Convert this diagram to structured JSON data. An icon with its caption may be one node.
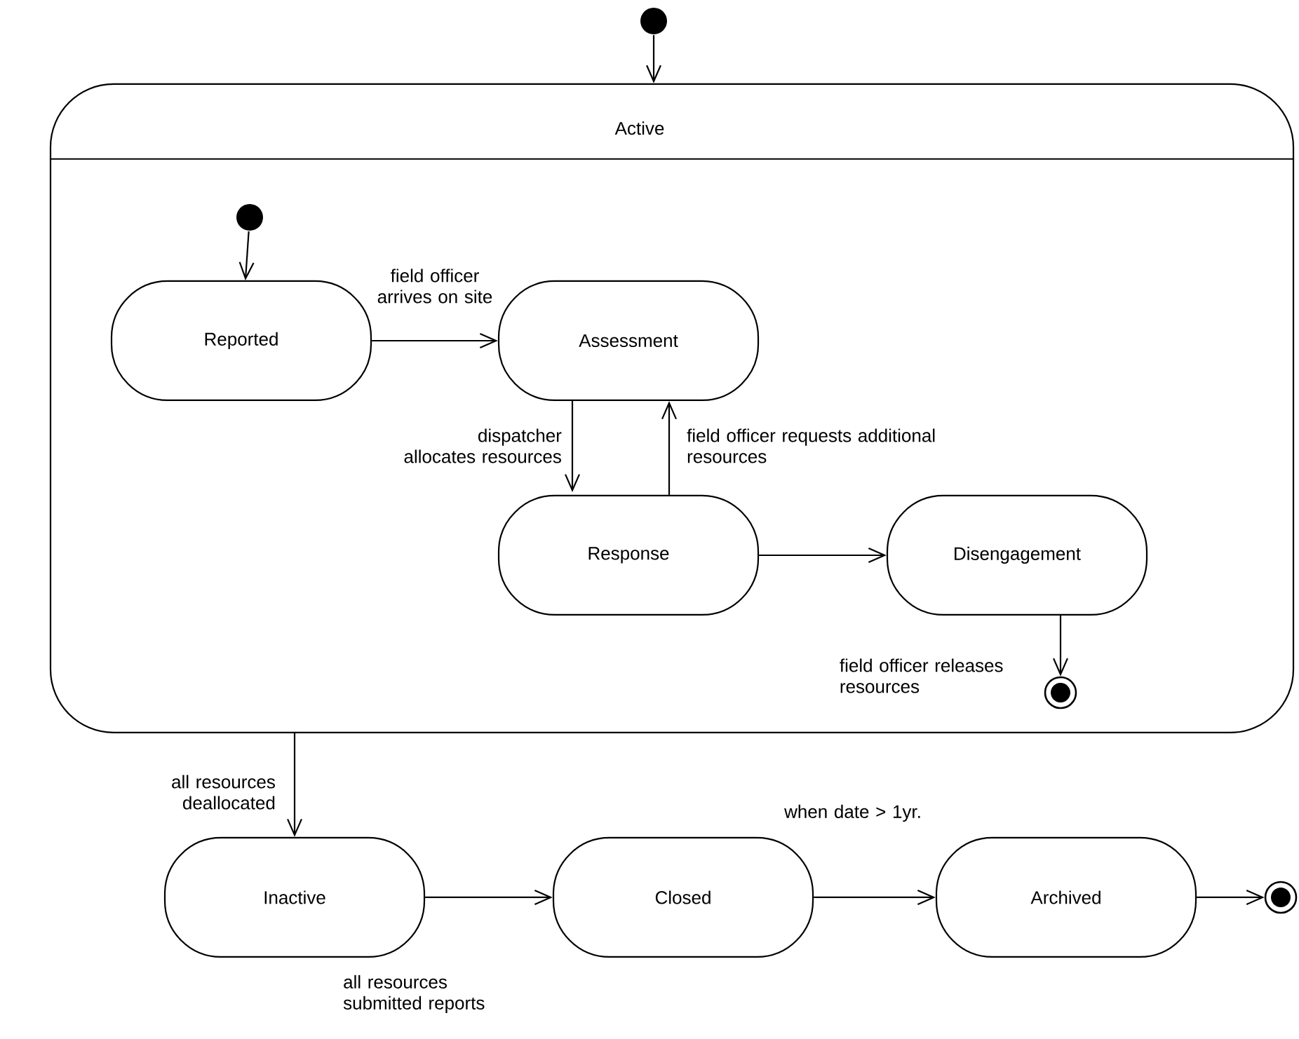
{
  "diagram": {
    "nodes": [
      {
        "text": [],
        "shape": "dot"
      },
      {
        "text": [
          "Active"
        ]
      },
      {
        "text": [],
        "shape": "dot",
        "in": 1
      },
      {
        "text": [
          "Reported"
        ],
        "in": 1
      },
      {
        "text": [
          "Assessment"
        ],
        "in": 1
      },
      {
        "text": [
          "Response"
        ],
        "in": 1
      },
      {
        "text": [
          "Disengagement"
        ],
        "in": 1
      },
      {
        "text": [],
        "shape": "bullseye",
        "in": 1
      },
      {
        "text": [
          "Inactive"
        ]
      },
      {
        "text": [
          "Closed"
        ]
      },
      {
        "text": [
          "Archived"
        ]
      },
      {
        "text": [],
        "shape": "bullseye"
      }
    ],
    "edges": [
      {
        "from": 0,
        "to": 1,
        "arrow": "to"
      },
      {
        "from": 2,
        "to": 3,
        "arrow": "to"
      },
      {
        "from": 3,
        "to": 4,
        "arrow": "to",
        "label": "field officer arrives on site"
      },
      {
        "from": 4,
        "to": 5,
        "arrow": "to",
        "label": "dispatcher allocates resources"
      },
      {
        "from": 5,
        "to": 4,
        "arrow": "to",
        "label": "field officer requests additional resources"
      },
      {
        "from": 5,
        "to": 6,
        "arrow": "to"
      },
      {
        "from": 6,
        "to": 7,
        "arrow": "to",
        "label": "field officer releases resources"
      },
      {
        "from": 1,
        "to": 8,
        "arrow": "to",
        "label": "all resources deallocated"
      },
      {
        "from": 8,
        "to": 9,
        "arrow": "to",
        "label": "all resources submitted reports"
      },
      {
        "from": 9,
        "to": 10,
        "arrow": "to",
        "label": "when date > 1yr."
      },
      {
        "from": 10,
        "to": 11,
        "arrow": "to"
      }
    ]
  }
}
